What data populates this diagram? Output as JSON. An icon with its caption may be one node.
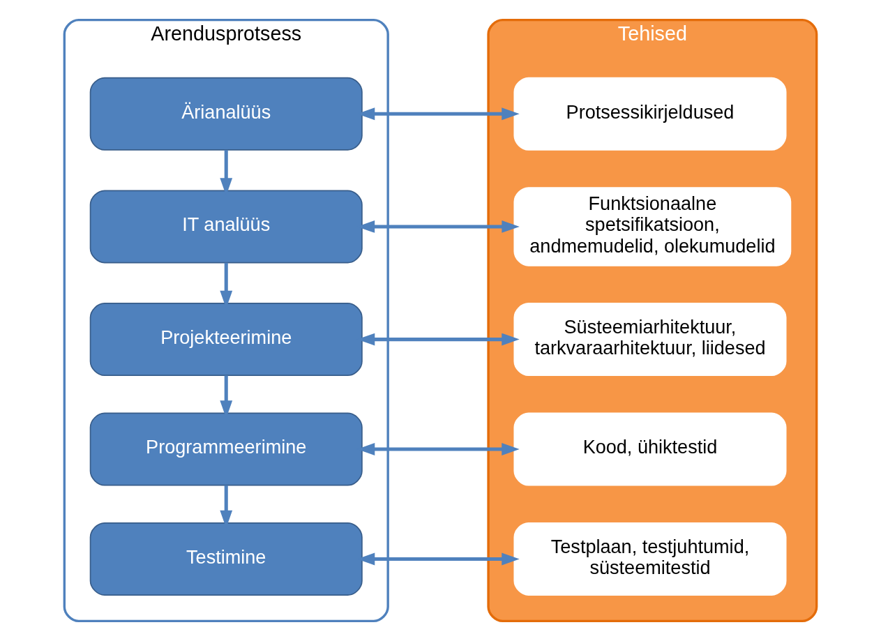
{
  "diagram": {
    "nodes": [
      {
        "text": [
          "Arendusprotsess"
        ]
      },
      {
        "text": [
          "Tehised"
        ]
      },
      {
        "text": [
          "Ärianalüüs"
        ],
        "in": 0
      },
      {
        "text": [
          "IT analüüs"
        ],
        "in": 0
      },
      {
        "text": [
          "Projekteerimine"
        ],
        "in": 0
      },
      {
        "text": [
          "Programmeerimine"
        ],
        "in": 0
      },
      {
        "text": [
          "Testimine"
        ],
        "in": 0
      },
      {
        "text": [
          "Protsessikirjeldused"
        ],
        "in": 1
      },
      {
        "text": [
          "Funktsionaalne spetsifikatsioon, andmemudelid, olekumudelid"
        ],
        "in": 1
      },
      {
        "text": [
          "Süsteemiarhitektuur, tarkvaraarhitektuur, liidesed"
        ],
        "in": 1
      },
      {
        "text": [
          "Kood, ühiktestid"
        ],
        "in": 1
      },
      {
        "text": [
          "Testplaan, testjuhtumid, süsteemitestid"
        ],
        "in": 1
      }
    ],
    "edges": [
      {
        "from": 2,
        "to": 3,
        "arrow": "to"
      },
      {
        "from": 3,
        "to": 4,
        "arrow": "to"
      },
      {
        "from": 4,
        "to": 5,
        "arrow": "to"
      },
      {
        "from": 5,
        "to": 6,
        "arrow": "to"
      },
      {
        "from": 2,
        "to": 7,
        "arrow": "both"
      },
      {
        "from": 3,
        "to": 8,
        "arrow": "both"
      },
      {
        "from": 4,
        "to": 9,
        "arrow": "both"
      },
      {
        "from": 5,
        "to": 10,
        "arrow": "both"
      },
      {
        "from": 6,
        "to": 11,
        "arrow": "both"
      }
    ]
  }
}
